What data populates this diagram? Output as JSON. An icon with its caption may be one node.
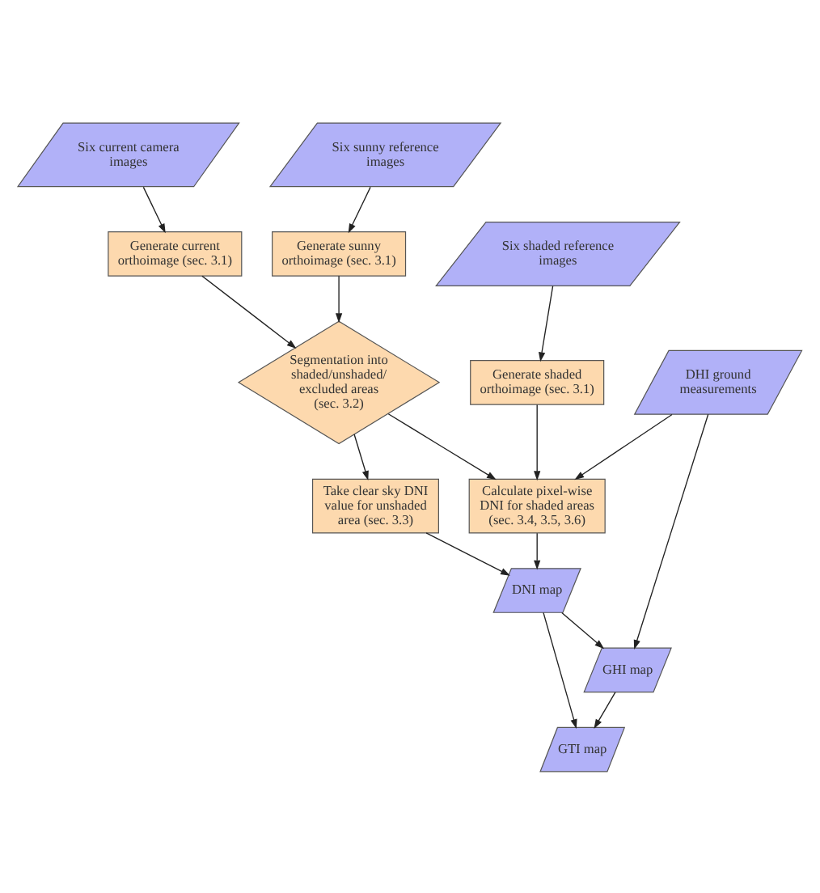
{
  "diagram": {
    "nodes": [
      {
        "text": [
          "Six current camera images"
        ]
      },
      {
        "text": [
          "Six sunny reference images"
        ]
      },
      {
        "text": [
          "Generate current orthoimage (sec. 3.1)"
        ]
      },
      {
        "text": [
          "Generate sunny orthoimage (sec. 3.1)"
        ]
      },
      {
        "text": [
          "Segmentation into shaded/unshaded/ excluded areas (sec. 3.2)"
        ]
      },
      {
        "text": [
          "Six shaded reference images"
        ]
      },
      {
        "text": [
          "Generate shaded orthoimage (sec. 3.1)"
        ]
      },
      {
        "text": [
          "Take clear sky DNI value for unshaded area (sec. 3.3)"
        ]
      },
      {
        "text": [
          "Calculate pixel-wise DNI for shaded areas (sec. 3.4, 3.5, 3.6)"
        ]
      },
      {
        "text": [
          "DHI ground measurements"
        ]
      },
      {
        "text": [
          "DNI map"
        ]
      },
      {
        "text": [
          "GHI map"
        ]
      },
      {
        "text": [
          "GTI map"
        ]
      }
    ],
    "edges": [
      {
        "from": 0,
        "to": 2,
        "arrow": "to"
      },
      {
        "from": 1,
        "to": 3,
        "arrow": "to"
      },
      {
        "from": 2,
        "to": 4,
        "arrow": "to"
      },
      {
        "from": 3,
        "to": 4,
        "arrow": "to"
      },
      {
        "from": 5,
        "to": 6,
        "arrow": "to"
      },
      {
        "from": 4,
        "to": 7,
        "arrow": "to"
      },
      {
        "from": 4,
        "to": 8,
        "arrow": "to"
      },
      {
        "from": 6,
        "to": 8,
        "arrow": "to"
      },
      {
        "from": 9,
        "to": 8,
        "arrow": "to"
      },
      {
        "from": 7,
        "to": 10,
        "arrow": "to"
      },
      {
        "from": 8,
        "to": 10,
        "arrow": "to"
      },
      {
        "from": 9,
        "to": 11,
        "arrow": "to"
      },
      {
        "from": 10,
        "to": 11,
        "arrow": "to"
      },
      {
        "from": 10,
        "to": 12,
        "arrow": "to"
      },
      {
        "from": 11,
        "to": 12,
        "arrow": "to"
      }
    ]
  }
}
